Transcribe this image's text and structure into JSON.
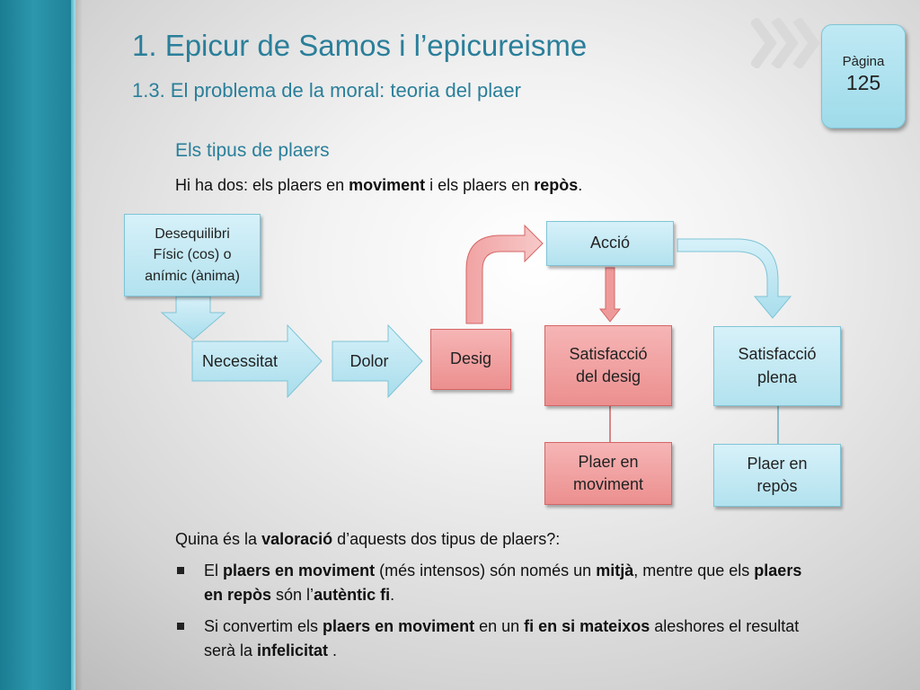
{
  "slide": {
    "title": "1. Epicur  de Samos i l’epicureisme",
    "subtitle": "1.3. El problema de la moral: teoria del plaer",
    "page_label": "Pàgina",
    "page_number": "125"
  },
  "section": {
    "heading": "Els tipus de plaers",
    "intro": [
      {
        "t": "Hi ha dos: els plaers en ",
        "b": false
      },
      {
        "t": "moviment",
        "b": true
      },
      {
        "t": " i els plaers en ",
        "b": false
      },
      {
        "t": "repòs",
        "b": true
      },
      {
        "t": ".",
        "b": false
      }
    ]
  },
  "diagram": {
    "desequilibri": {
      "line1": "Desequilibri",
      "line2": "Físic (cos) o",
      "line3": "anímic (ànima)"
    },
    "necessitat": "Necessitat",
    "dolor": "Dolor",
    "desig": "Desig",
    "accio": "Acció",
    "satisfaccio_desig": {
      "line1": "Satisfacció",
      "line2": "del desig"
    },
    "satisfaccio_plena": {
      "line1": "Satisfacció",
      "line2": "plena"
    },
    "plaer_moviment": {
      "line1": "Plaer en",
      "line2": "moviment"
    },
    "plaer_repos": {
      "line1": "Plaer en",
      "line2": "repòs"
    }
  },
  "valoracio": {
    "question": [
      {
        "t": "Quina és la ",
        "b": false
      },
      {
        "t": "valoració",
        "b": true
      },
      {
        "t": " d’aquests dos tipus de plaers?:",
        "b": false
      }
    ],
    "bullets": [
      [
        {
          "t": "El ",
          "b": false
        },
        {
          "t": "plaers en moviment",
          "b": true
        },
        {
          "t": " (més intensos) són només un ",
          "b": false
        },
        {
          "t": "mitjà",
          "b": true
        },
        {
          "t": ", mentre que els ",
          "b": false
        },
        {
          "t": "plaers en repòs",
          "b": true
        },
        {
          "t": " són l’",
          "b": false
        },
        {
          "t": "autèntic fi",
          "b": true
        },
        {
          "t": ".",
          "b": false
        }
      ],
      [
        {
          "t": "Si convertim els ",
          "b": false
        },
        {
          "t": "plaers en moviment",
          "b": true
        },
        {
          "t": " en un ",
          "b": false
        },
        {
          "t": "fi en si mateixos",
          "b": true
        },
        {
          "t": " aleshores el resultat serà la ",
          "b": false
        },
        {
          "t": "infelicitat",
          "b": true
        },
        {
          "t": " .",
          "b": false
        }
      ]
    ]
  },
  "colors": {
    "accent": "#2a7f9a",
    "blue_box": "#b2e2ef",
    "red_box": "#ec8f8f",
    "sidebar": "#2c97ad"
  }
}
